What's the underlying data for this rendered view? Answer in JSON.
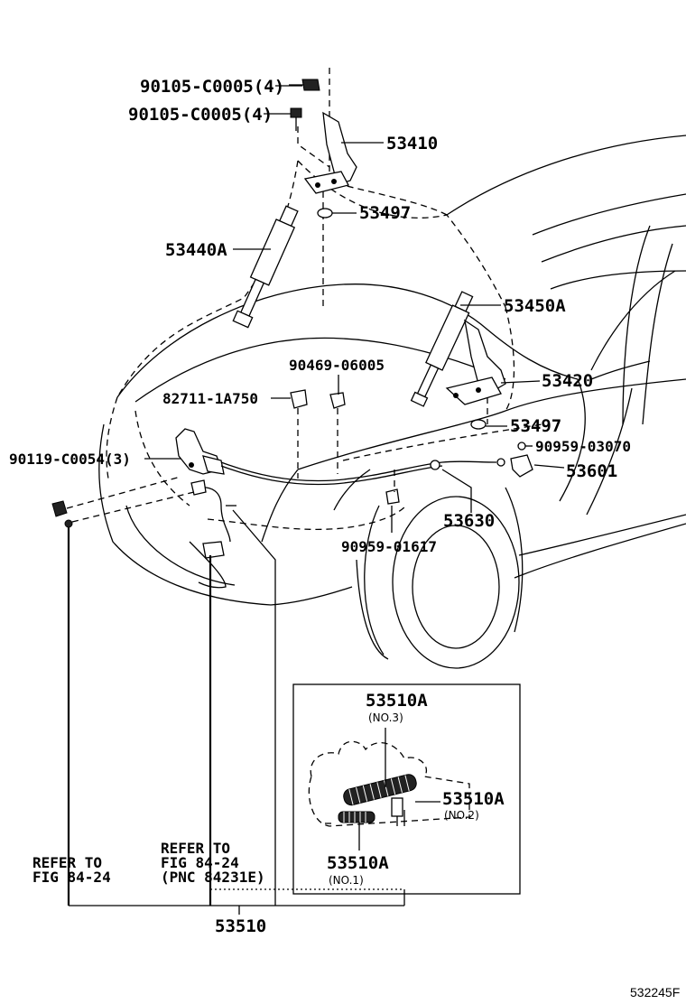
{
  "labels": {
    "bolt_a": "90105-C0005(4)",
    "bolt_b": "90105-C0005(4)",
    "hinge": "53410",
    "washer_top": "53497",
    "damper_left": "53440A",
    "damper_right": "53450A",
    "clip_a": "90469-06005",
    "sensor": "82711-1A750",
    "hinge_right": "53420",
    "screw": "90119-C0054(3)",
    "washer_bottom": "53497",
    "clamp_a": "90959-03070",
    "bracket": "53601",
    "cable": "53630",
    "clamp_b": "90959-01617",
    "cushion_no3": "53510A",
    "cushion_no3_sub": "(NO.3)",
    "cushion_no2": "53510A",
    "cushion_no2_sub": "(NO.2)",
    "cushion_no1": "53510A",
    "cushion_no1_sub": "(NO.1)",
    "refer_a_line1": "REFER TO",
    "refer_a_line2": "FIG 84-24",
    "refer_b_line1": "REFER TO",
    "refer_b_line2": "FIG 84-24",
    "refer_b_line3": "(PNC 84231E)",
    "assembly": "53510",
    "figure_code": "532245F"
  }
}
